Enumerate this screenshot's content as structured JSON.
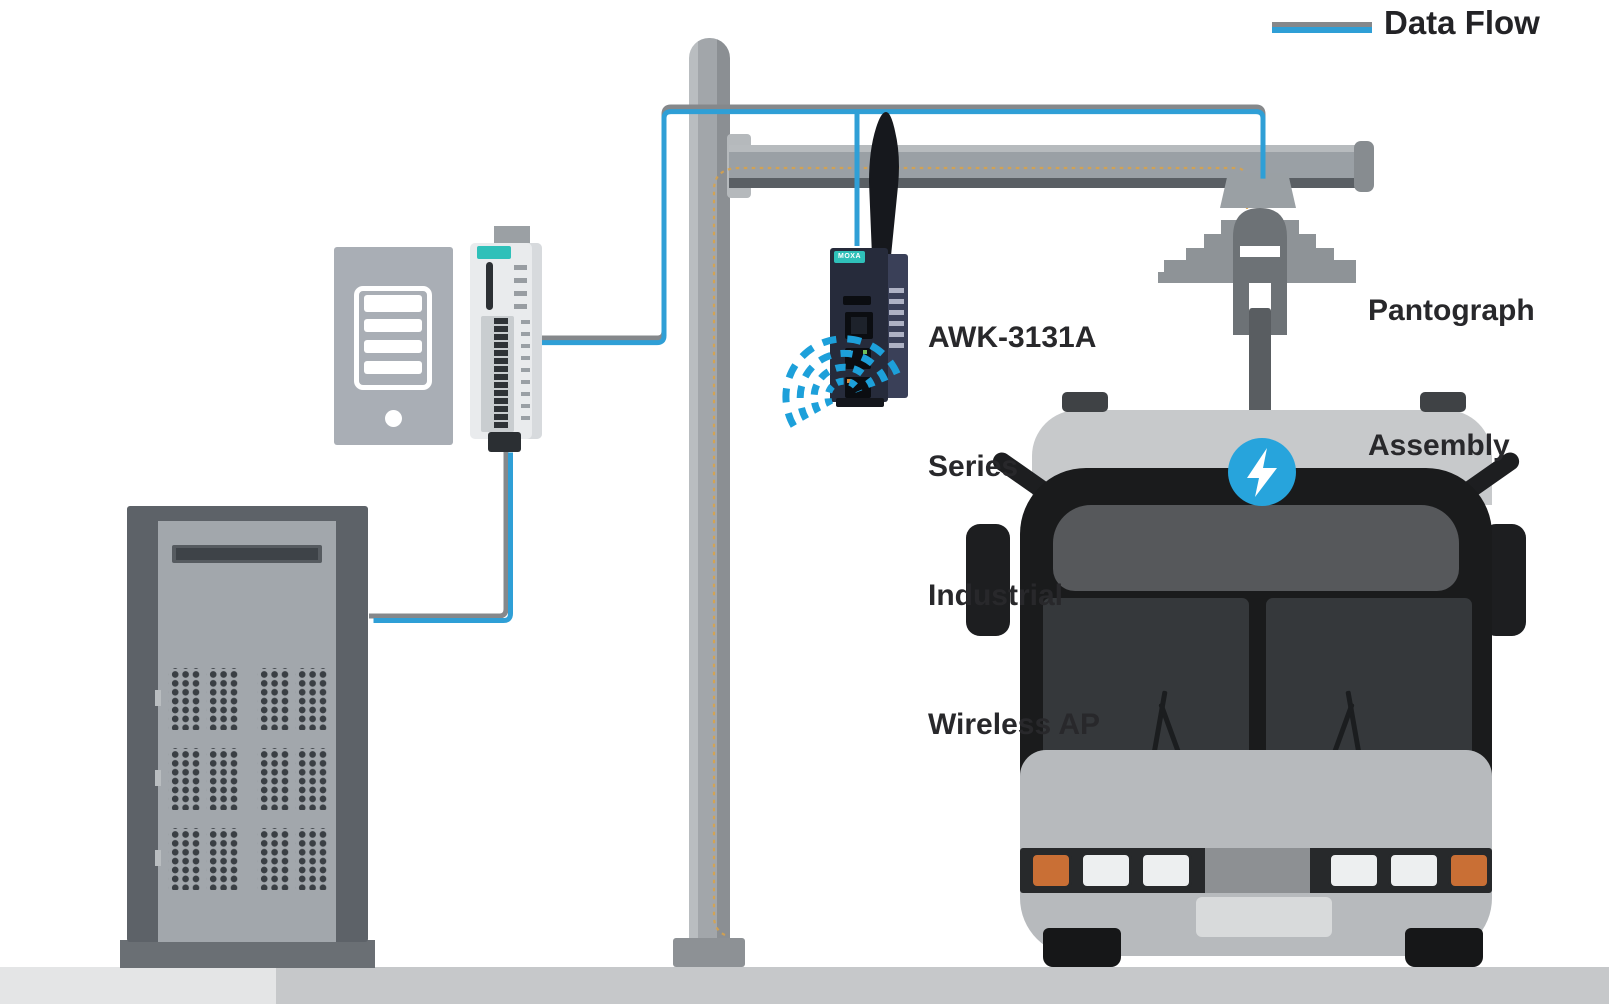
{
  "legend": {
    "label": "Data Flow"
  },
  "annotations": {
    "wireless_ap_label": [
      "AWK-3131A",
      "Series",
      "Industrial",
      "Wireless AP"
    ],
    "pantograph_label": [
      "Pantograph",
      "Assembly"
    ]
  },
  "devices": {
    "wireless_ap": {
      "brand": "MOXA"
    }
  },
  "theme": {
    "data_line_blue": "#2f9fd6",
    "data_line_gray": "#85888b",
    "wifi_blue": "#1da0da",
    "bolt_blue": "#27a4dc",
    "moxa_teal": "#2fc0b9",
    "power_dash_orange": "#dba247",
    "bus_orange": "#c96f35"
  }
}
